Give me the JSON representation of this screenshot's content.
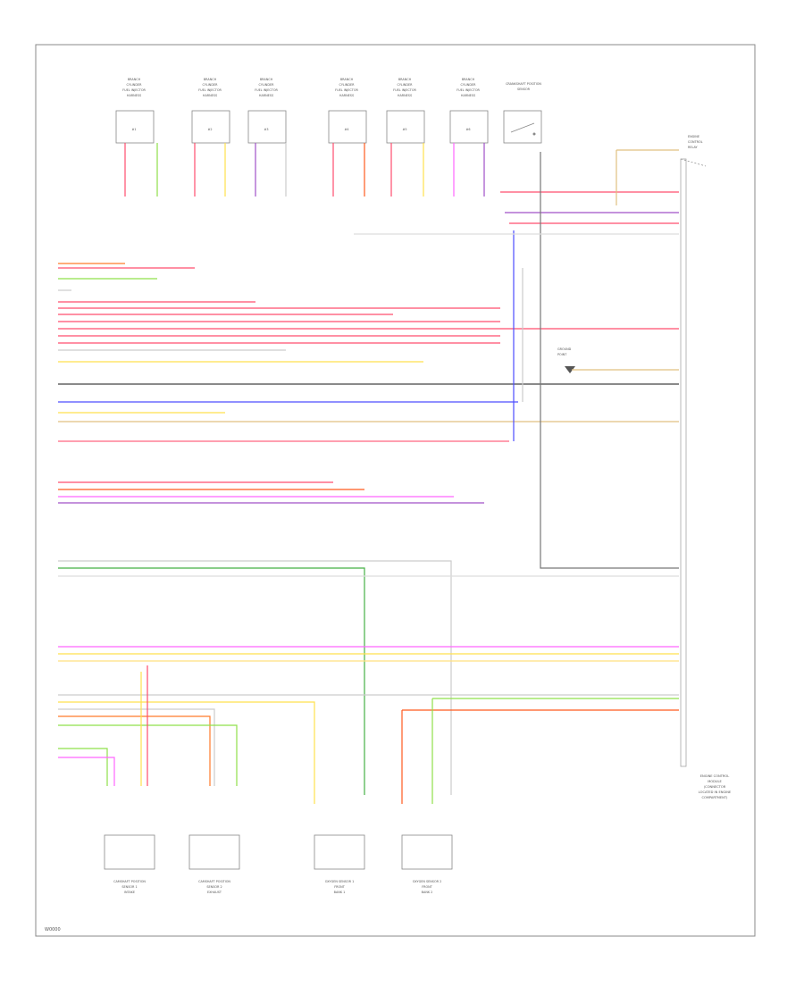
{
  "frame_code": "W0000",
  "injector_text": [
    "BRANCH",
    "CYLINDER",
    "FUEL INJECTOR",
    "HARNESS"
  ],
  "injectors": [
    {
      "tag": "#1"
    },
    {
      "tag": "#2"
    },
    {
      "tag": "#3"
    },
    {
      "tag": "#4"
    },
    {
      "tag": "#5"
    },
    {
      "tag": "#6"
    }
  ],
  "sensor_text": [
    "CRANKSHAFT POSITION",
    "SENSOR"
  ],
  "module": {
    "text": [
      "ENGINE CONTROL",
      "MODULE",
      "(CONNECTOR",
      "LOCATED IN ENGINE",
      "COMPARTMENT)"
    ],
    "top_text": [
      "ENGINE",
      "CONTROL",
      "RELAY"
    ]
  },
  "ground_text": [
    "GROUND",
    "POINT"
  ],
  "bottom_components": [
    {
      "text": [
        "CAMSHAFT POSITION",
        "SENSOR 1",
        "INTAKE"
      ]
    },
    {
      "text": [
        "CAMSHAFT POSITION",
        "SENSOR 2",
        "EXHAUST"
      ]
    },
    {
      "text": [
        "OXYGEN SENSOR 1",
        "FRONT",
        "BANK 1"
      ]
    },
    {
      "text": [
        "OXYGEN SENSOR 2",
        "FRONT",
        "BANK 2"
      ]
    }
  ]
}
